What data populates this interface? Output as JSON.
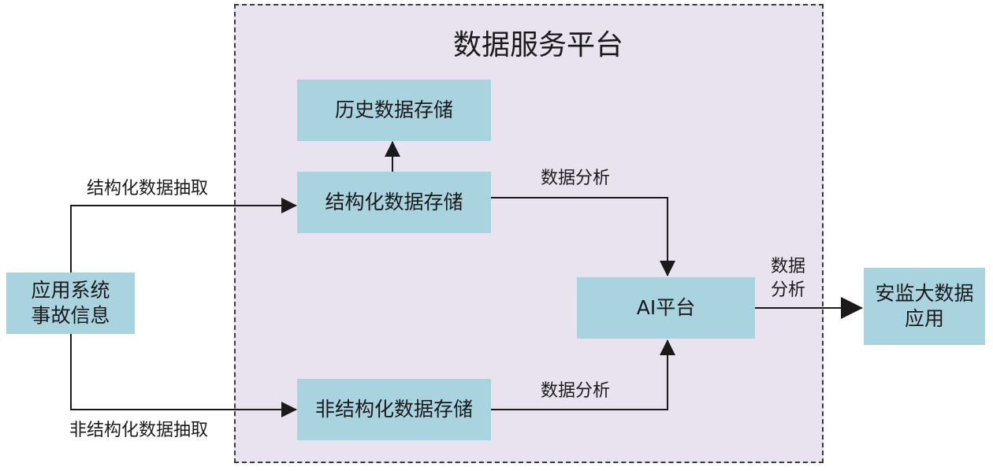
{
  "diagram": {
    "platform_title": "数据服务平台",
    "nodes": {
      "source": "应用系统\n事故信息",
      "history": "历史数据存储",
      "structured": "结构化数据存储",
      "unstructured": "非结构化数据存储",
      "ai": "AI平台",
      "app": "安监大数据\n应用"
    },
    "edge_labels": {
      "structured_extract": "结构化数据抽取",
      "unstructured_extract": "非结构化数据抽取",
      "analysis_top": "数据分析",
      "analysis_bottom": "数据分析",
      "analysis_right": "数据\n分析"
    },
    "colors": {
      "box_fill": "#a8d3df",
      "platform_fill": "#e8e3ee",
      "line": "#1a1a1a"
    }
  }
}
